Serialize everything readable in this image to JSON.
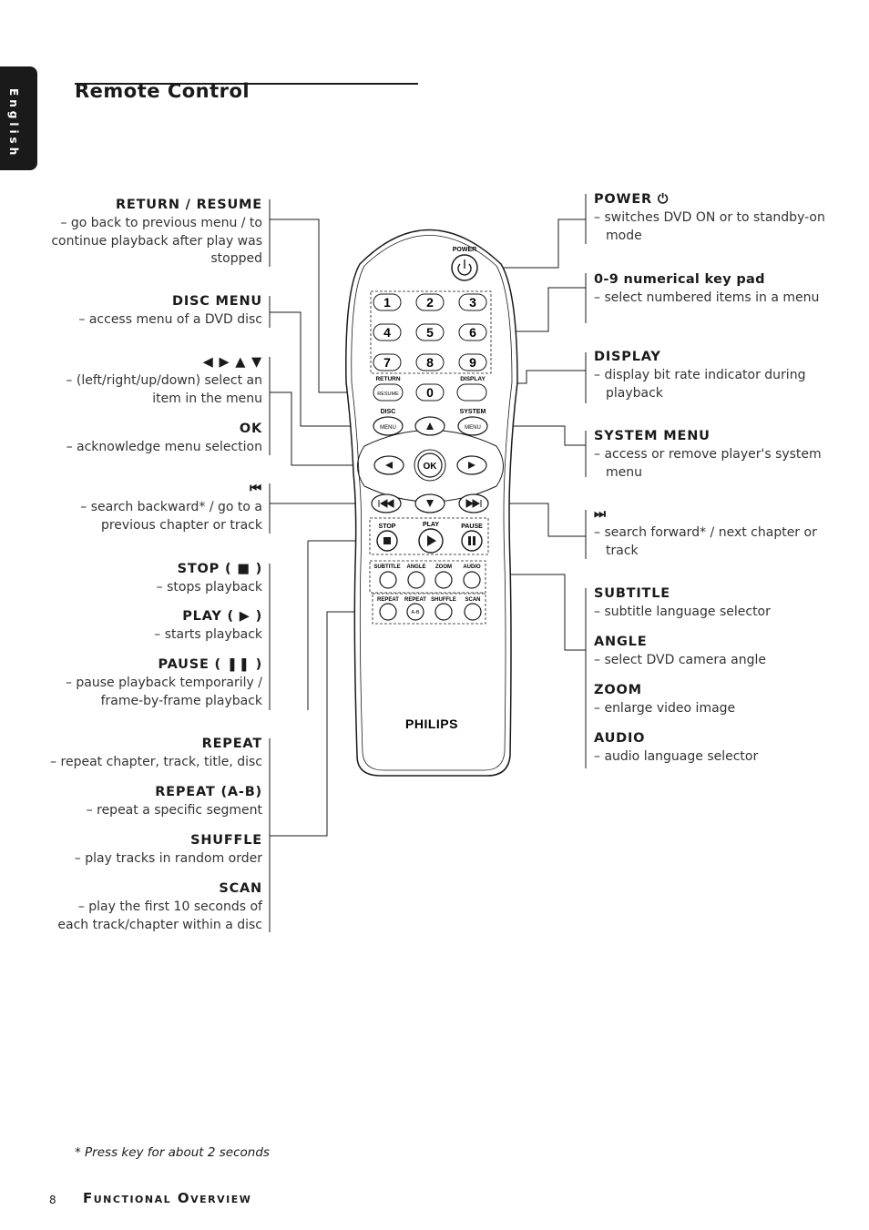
{
  "sidebar": {
    "language": "English"
  },
  "header": {
    "title": "Remote Control"
  },
  "left_items": [
    {
      "title": "RETURN / RESUME",
      "text": "– go back to previous menu / to continue playback after play was stopped"
    },
    {
      "title": "DISC MENU",
      "text": "– access menu of a DVD disc"
    },
    {
      "title": "◀ ▶ ▲ ▼",
      "text": "– (left/right/up/down) select an item in the menu"
    },
    {
      "title": "OK",
      "text": "– acknowledge menu selection"
    },
    {
      "title": "⏮",
      "text": "– search backward* / go to a previous chapter or track"
    },
    {
      "title": "STOP ( ■ )",
      "text": "– stops playback"
    },
    {
      "title": "PLAY ( ▶ )",
      "text": "– starts playback"
    },
    {
      "title": "PAUSE ( ❚❚ )",
      "text": "– pause playback temporarily / frame-by-frame playback"
    },
    {
      "title": "REPEAT",
      "text": "– repeat chapter, track, title, disc"
    },
    {
      "title": "REPEAT (A-B)",
      "text": "– repeat a specific segment"
    },
    {
      "title": "SHUFFLE",
      "text": "– play tracks in random order"
    },
    {
      "title": "SCAN",
      "text": "– play the first 10 seconds of each track/chapter within a disc"
    }
  ],
  "right_items": [
    {
      "title": "POWER ⏻",
      "text": "– switches DVD ON or to standby-on mode"
    },
    {
      "title": "0-9 numerical key pad",
      "text": "– select numbered items in a menu"
    },
    {
      "title": "DISPLAY",
      "text": "– display bit rate indicator during playback"
    },
    {
      "title": "SYSTEM MENU",
      "text": "– access or remove player's system menu"
    },
    {
      "title": "⏭",
      "text": "– search forward* / next chapter or track"
    },
    {
      "title": "SUBTITLE",
      "text": "– subtitle language selector"
    },
    {
      "title": "ANGLE",
      "text": "– select DVD camera angle"
    },
    {
      "title": "ZOOM",
      "text": "– enlarge video image"
    },
    {
      "title": "AUDIO",
      "text": "– audio language selector"
    }
  ],
  "remote": {
    "power_label": "POWER",
    "digits": [
      "1",
      "2",
      "3",
      "4",
      "5",
      "6",
      "7",
      "8",
      "9",
      "0"
    ],
    "return_label": "RETURN",
    "resume_label": "RESUME",
    "display_label": "DISPLAY",
    "disc_label": "DISC",
    "system_label": "SYSTEM",
    "menu_label": "MENU",
    "ok_label": "OK",
    "stop_label": "STOP",
    "play_label": "PLAY",
    "pause_label": "PAUSE",
    "subtitle_label": "SUBTITLE",
    "angle_label": "ANGLE",
    "zoom_label": "ZOOM",
    "audio_label": "AUDIO",
    "repeat_label": "REPEAT",
    "ab_label": "A-B",
    "shuffle_label": "SHUFFLE",
    "scan_label": "SCAN",
    "brand": "PHILIPS"
  },
  "footer": {
    "footnote": "* Press key for about 2 seconds",
    "page_number": "8",
    "section": "Functional Overview"
  }
}
